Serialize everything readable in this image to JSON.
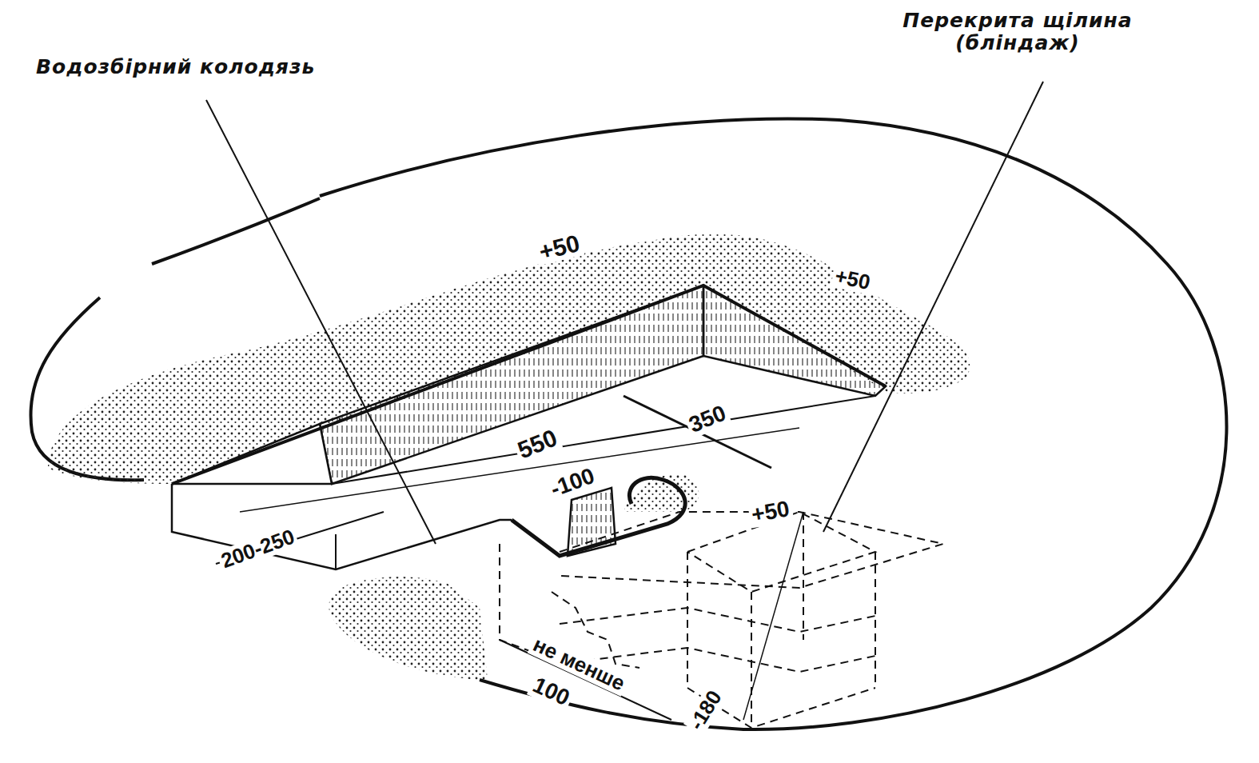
{
  "diagram": {
    "labels": [
      "Водозбірний колодязь",
      "Перекрита щілина (бліндаж)",
      "+50",
      "+50",
      "550",
      "350",
      "-100",
      "200-250",
      "+50",
      "не менше",
      "100",
      "-180"
    ]
  }
}
